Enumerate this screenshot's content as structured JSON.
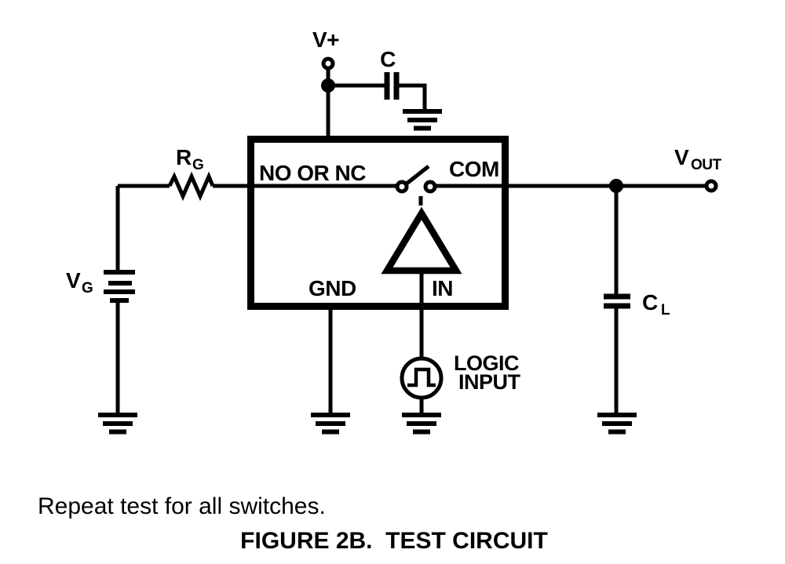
{
  "colors": {
    "ink": "#000000",
    "paper": "#ffffff"
  },
  "device": {
    "pin_labels": {
      "no_or_nc": "NO OR NC",
      "com": "COM",
      "gnd": "GND",
      "in": "IN"
    }
  },
  "labels": {
    "supply": "V+",
    "supply_cap": "C",
    "gen_resistor": {
      "base": "R",
      "sub": "G"
    },
    "gen_source": {
      "base": "V",
      "sub": "G"
    },
    "output": {
      "base": "V",
      "sub": "OUT"
    },
    "load_cap": {
      "base": "C",
      "sub": "L"
    },
    "logic_input": {
      "line1": "LOGIC",
      "line2": "INPUT"
    }
  },
  "notes": {
    "repeat": "Repeat test for all switches.",
    "caption": "FIGURE 2B.  TEST CIRCUIT"
  }
}
